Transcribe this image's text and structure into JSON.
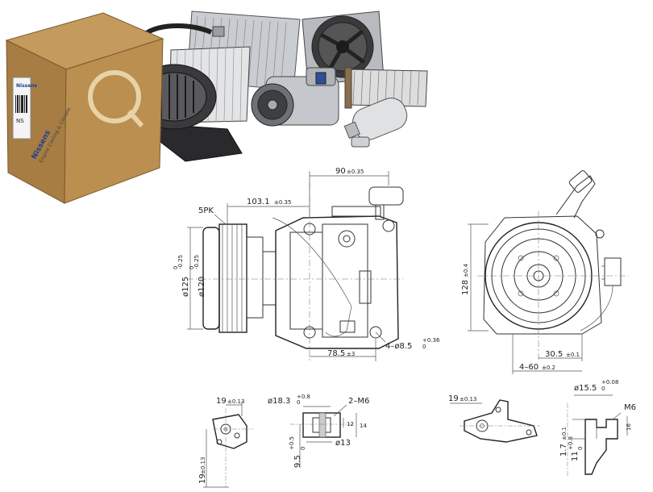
{
  "product_photo": {
    "box_brand": "Nissens",
    "box_brand_side": "Nissens",
    "box_tagline": "Engine Cooling & Climate",
    "box_label_code": "NS",
    "parts": [
      "box-icon",
      "blower-fan-icon",
      "condenser-icon",
      "radiator-fan-icon",
      "ac-compressor-icon",
      "heater-core-icon",
      "receiver-drier-icon"
    ]
  },
  "main_drawing": {
    "dim_top_90": "90",
    "dim_top_90_tol": "±0.35",
    "dim_103": "103.1",
    "dim_103_tol": "±0.35",
    "pulley_label": "5PK",
    "dia_125": "ø125",
    "dia_125_tol": "-0.25",
    "dia_125_tol_upper": "0",
    "dia_120": "ø120",
    "dia_120_tol": "-0.25",
    "dia_120_tol_upper": "0",
    "dim_78": "78.5",
    "dim_78_tol": "±3",
    "holes": "4–ø8.5",
    "holes_tol_upper": "+0.36",
    "holes_tol_lower": "0"
  },
  "side_drawing": {
    "dim_128": "128",
    "dim_128_tol": "±0.4",
    "dim_30": "30.5",
    "dim_30_tol": "±0.1",
    "dim_60": "4–60",
    "dim_60_tol": "±0.2"
  },
  "detail_left": {
    "dim_19_top": "19",
    "dim_19_top_tol": "±0.13",
    "dim_19_side": "19",
    "dim_19_side_tol": "±0.13"
  },
  "detail_mid": {
    "dia_18": "ø18.3",
    "dia_18_tol_upper": "+0.8",
    "dia_18_tol_lower": "0",
    "thread": "2–M6",
    "dim_12": "12",
    "dim_14": "14",
    "dim_9": "9.5",
    "dim_9_tol_upper": "+0.5",
    "dim_9_tol_lower": "0",
    "dia_13": "ø13"
  },
  "detail_right": {
    "dim_19": "19",
    "dim_19_tol": "±0.13",
    "dia_15": "ø15.5",
    "dia_15_tol_upper": "+0.08",
    "dia_15_tol_lower": "0",
    "thread": "M6",
    "dim_16": "16",
    "dim_1_7": "1.7",
    "dim_1_7_tol": "±0.1",
    "dim_11": "11",
    "dim_11_tol_upper": "+0.8",
    "dim_11_tol_lower": "0"
  }
}
